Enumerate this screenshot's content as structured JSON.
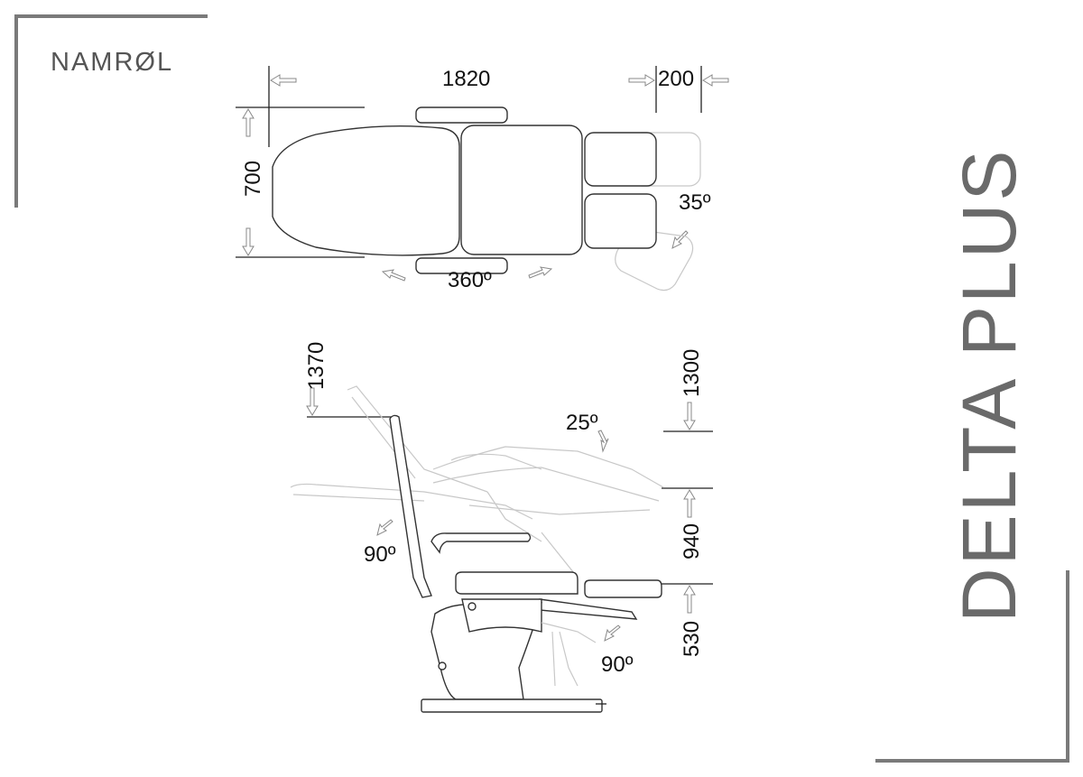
{
  "brand": {
    "logo_text": "NAMRØL"
  },
  "product": {
    "title": "DELTA PLUS"
  },
  "top_view": {
    "length": "1820",
    "width": "700",
    "leg_extension": "200",
    "rotation": "360º",
    "leg_angle": "35º"
  },
  "side_view": {
    "max_height": "1370",
    "leg_height": "1300",
    "leg_angle": "25º",
    "mid_height": "940",
    "back_angle": "90º",
    "seat_height": "530",
    "leg_drop_angle": "90º"
  },
  "colors": {
    "frame": "#7a7a7a",
    "title": "#6a6a6a",
    "line": "#222222",
    "ghost": "#c8c8c8"
  }
}
